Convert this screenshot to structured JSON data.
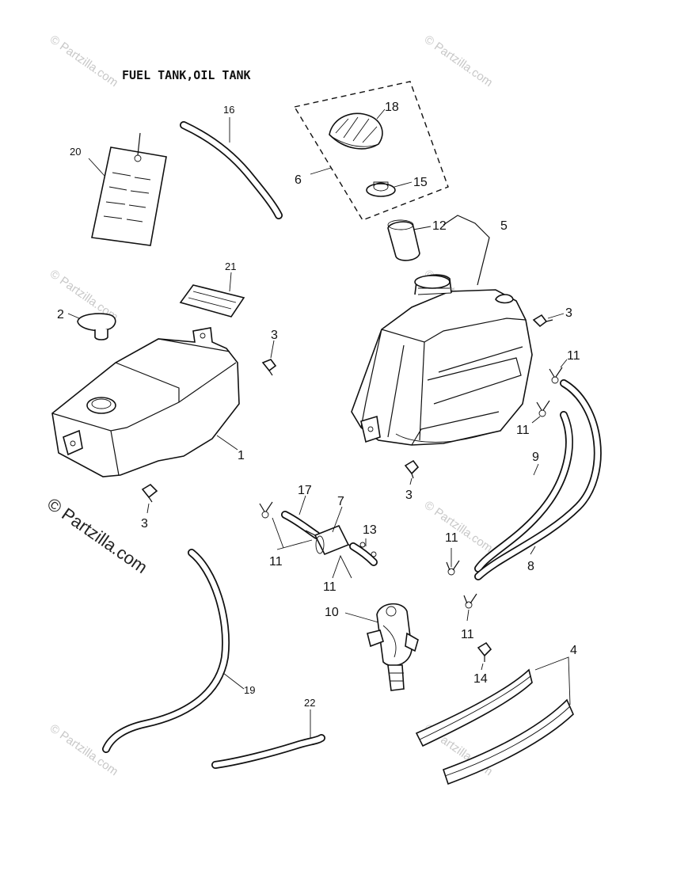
{
  "title": "FUEL TANK,OIL TANK",
  "watermark": "© Partzilla.com",
  "callouts": {
    "c1": "1",
    "c2": "2",
    "c3a": "3",
    "c3b": "3",
    "c3c": "3",
    "c3d": "3",
    "c4": "4",
    "c5": "5",
    "c6": "6",
    "c7": "7",
    "c8": "8",
    "c9": "9",
    "c10": "10",
    "c11a": "11",
    "c11b": "11",
    "c11c": "11",
    "c11d": "11",
    "c11e": "11",
    "c11f": "11",
    "c12": "12",
    "c13": "13",
    "c14": "14",
    "c15": "15",
    "c16": "16",
    "c17": "17",
    "c18": "18",
    "c19": "19",
    "c20": "20",
    "c21": "21",
    "c22": "22"
  }
}
